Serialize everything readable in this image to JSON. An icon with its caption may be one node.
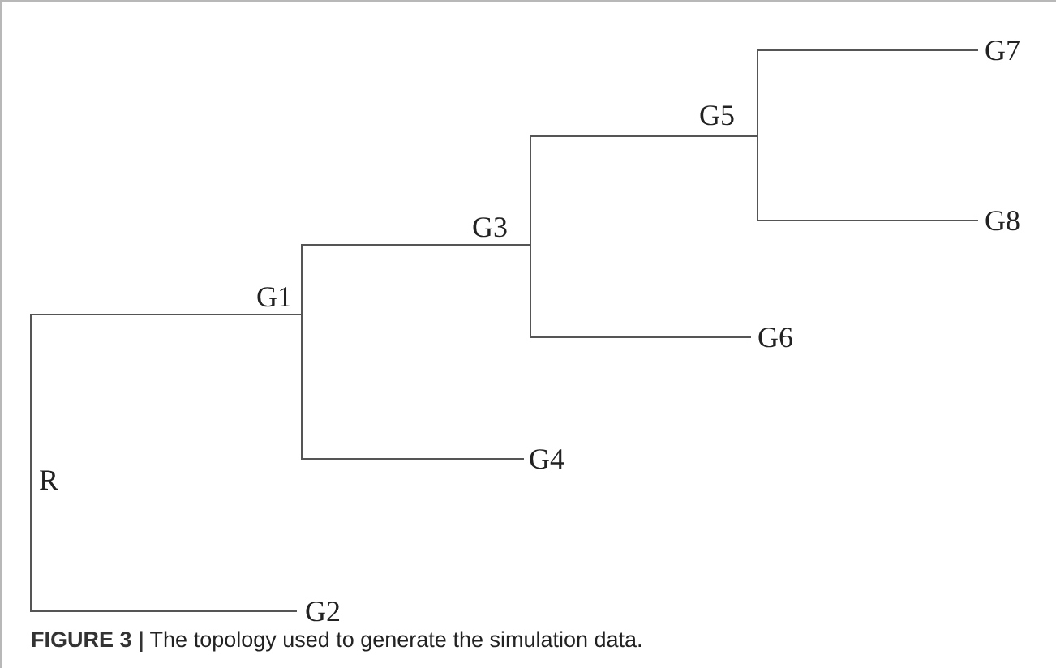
{
  "diagram": {
    "caption": "**FIGURE 3 |** The topology used to generate the simulation data.",
    "nodes": [
      {
        "text": [
          "R"
        ]
      },
      {
        "text": [
          "G1"
        ]
      },
      {
        "text": [
          "G2"
        ]
      },
      {
        "text": [
          "G3"
        ]
      },
      {
        "text": [
          "G4"
        ]
      },
      {
        "text": [
          "G5"
        ]
      },
      {
        "text": [
          "G6"
        ]
      },
      {
        "text": [
          "G7"
        ]
      },
      {
        "text": [
          "G8"
        ]
      }
    ],
    "edges": [
      {
        "from": 0,
        "to": 1,
        "arrow": "none"
      },
      {
        "from": 0,
        "to": 2,
        "arrow": "none"
      },
      {
        "from": 1,
        "to": 3,
        "arrow": "none"
      },
      {
        "from": 1,
        "to": 4,
        "arrow": "none"
      },
      {
        "from": 3,
        "to": 5,
        "arrow": "none"
      },
      {
        "from": 3,
        "to": 6,
        "arrow": "none"
      },
      {
        "from": 5,
        "to": 7,
        "arrow": "none"
      },
      {
        "from": 5,
        "to": 8,
        "arrow": "none"
      }
    ]
  }
}
